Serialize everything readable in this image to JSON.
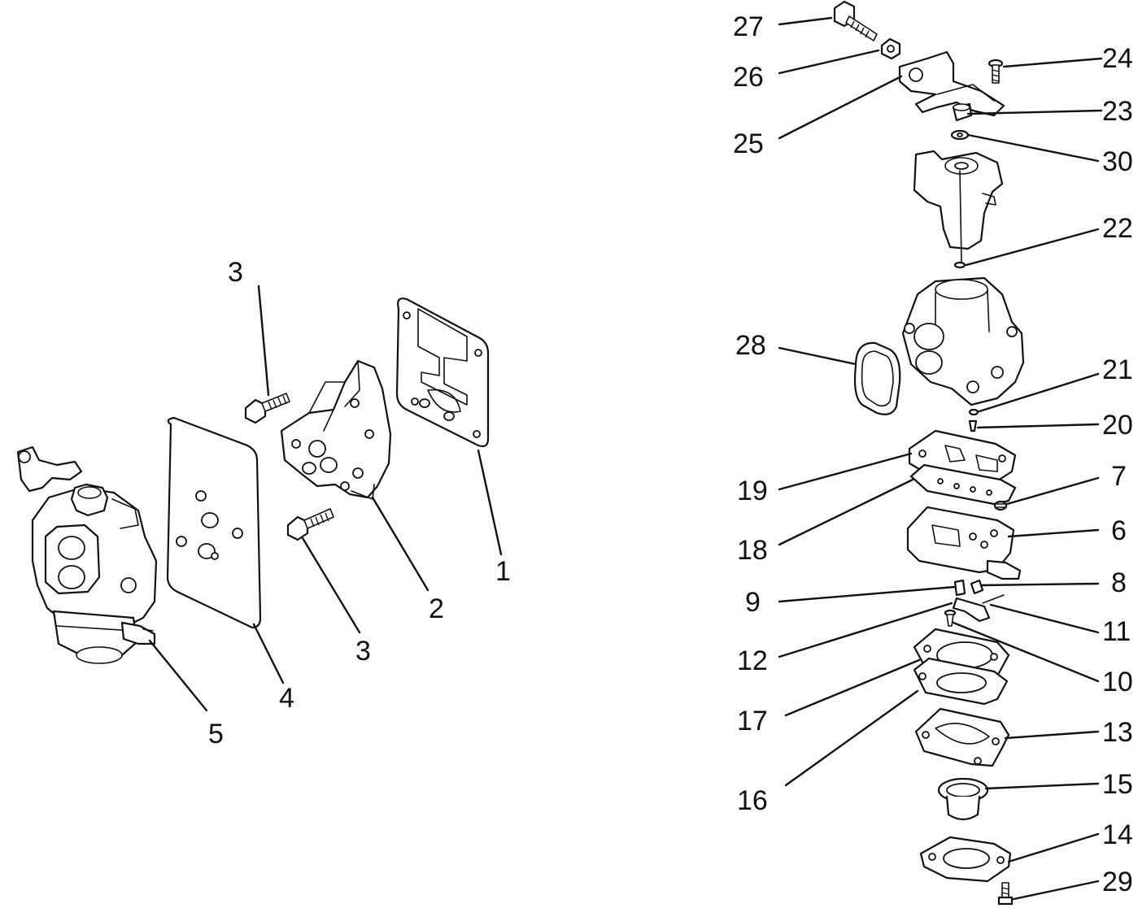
{
  "callouts": {
    "c1": "1",
    "c2": "2",
    "c3_top": "3",
    "c3_bottom": "3",
    "c4": "4",
    "c5": "5",
    "c6": "6",
    "c7": "7",
    "c8": "8",
    "c9": "9",
    "c10": "10",
    "c11": "11",
    "c12": "12",
    "c13": "13",
    "c14": "14",
    "c15": "15",
    "c16": "16",
    "c17": "17",
    "c18": "18",
    "c19": "19",
    "c20": "20",
    "c21": "21",
    "c22": "22",
    "c23": "23",
    "c24": "24",
    "c25": "25",
    "c26": "26",
    "c27": "27",
    "c28": "28",
    "c29": "29",
    "c30": "30"
  }
}
